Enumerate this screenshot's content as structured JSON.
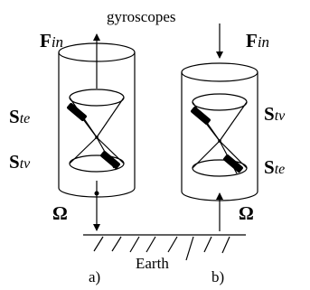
{
  "title": "gyroscopes",
  "panels": [
    {
      "id": "a",
      "caption": "a)",
      "force": {
        "symbol": "F",
        "subscript": "in"
      },
      "upper_spin": {
        "symbol": "S",
        "subscript": "te"
      },
      "lower_spin": {
        "symbol": "S",
        "subscript": "tv"
      },
      "omega": "Ω"
    },
    {
      "id": "b",
      "caption": "b)",
      "force": {
        "symbol": "F",
        "subscript": "in"
      },
      "upper_spin": {
        "symbol": "S",
        "subscript": "tv"
      },
      "lower_spin": {
        "symbol": "S",
        "subscript": "te"
      },
      "omega": "Ω"
    }
  ],
  "ground_label": "Earth"
}
